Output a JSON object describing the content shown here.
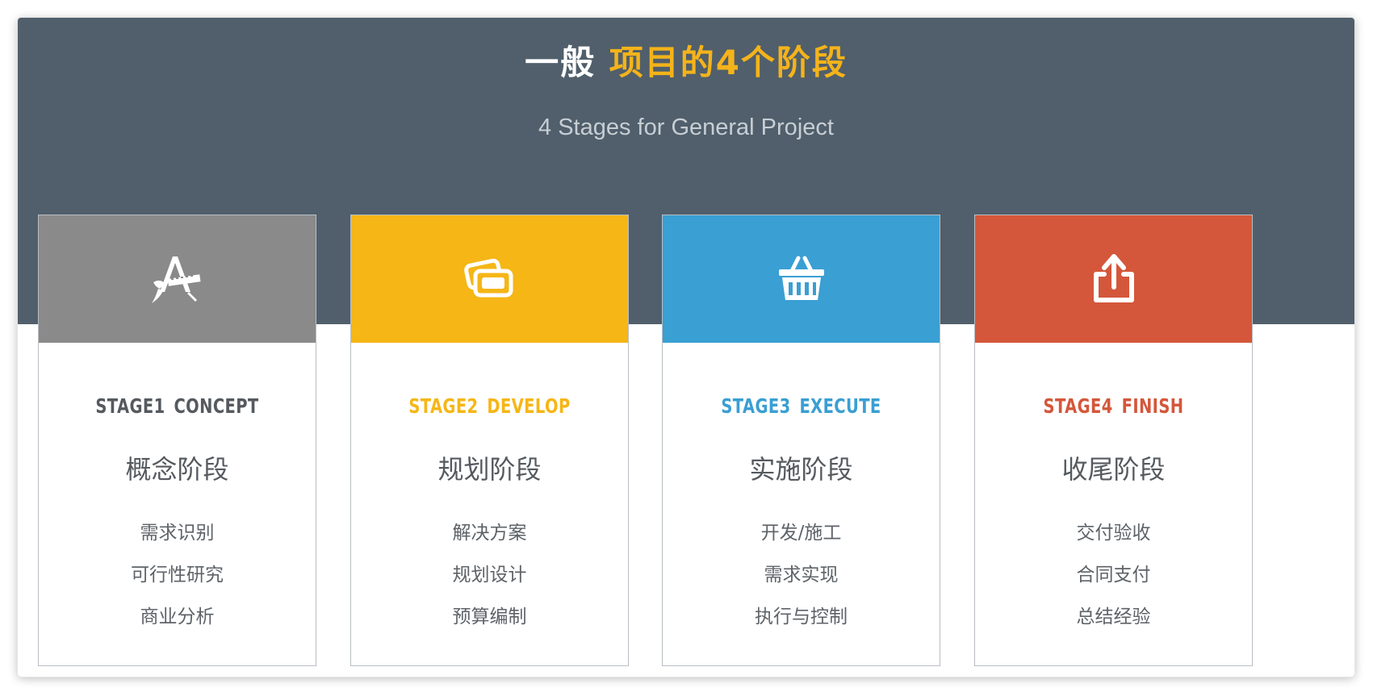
{
  "header": {
    "title_plain": "一般",
    "title_accent": "项目的4个阶段",
    "subtitle": "4 Stages for General Project"
  },
  "colors": {
    "header_bg": "#505f6b",
    "accent": "#f5b31a",
    "stage1": "#8a8a8a",
    "stage2": "#f5b616",
    "stage3": "#3a9fd3",
    "stage4": "#d4573b"
  },
  "stages": [
    {
      "icon": "design-tools-icon",
      "code": "STAGE1",
      "word": "CONCEPT",
      "name": "概念阶段",
      "items": [
        "需求识别",
        "可行性研究",
        "商业分析"
      ]
    },
    {
      "icon": "cards-icon",
      "code": "STAGE2",
      "word": "DEVELOP",
      "name": "规划阶段",
      "items": [
        "解决方案",
        "规划设计",
        "预算编制"
      ]
    },
    {
      "icon": "basket-icon",
      "code": "STAGE3",
      "word": "EXECUTE",
      "name": "实施阶段",
      "items": [
        "开发/施工",
        "需求实现",
        "执行与控制"
      ]
    },
    {
      "icon": "share-upload-icon",
      "code": "STAGE4",
      "word": "FINISH",
      "name": "收尾阶段",
      "items": [
        "交付验收",
        "合同支付",
        "总结经验"
      ]
    }
  ]
}
